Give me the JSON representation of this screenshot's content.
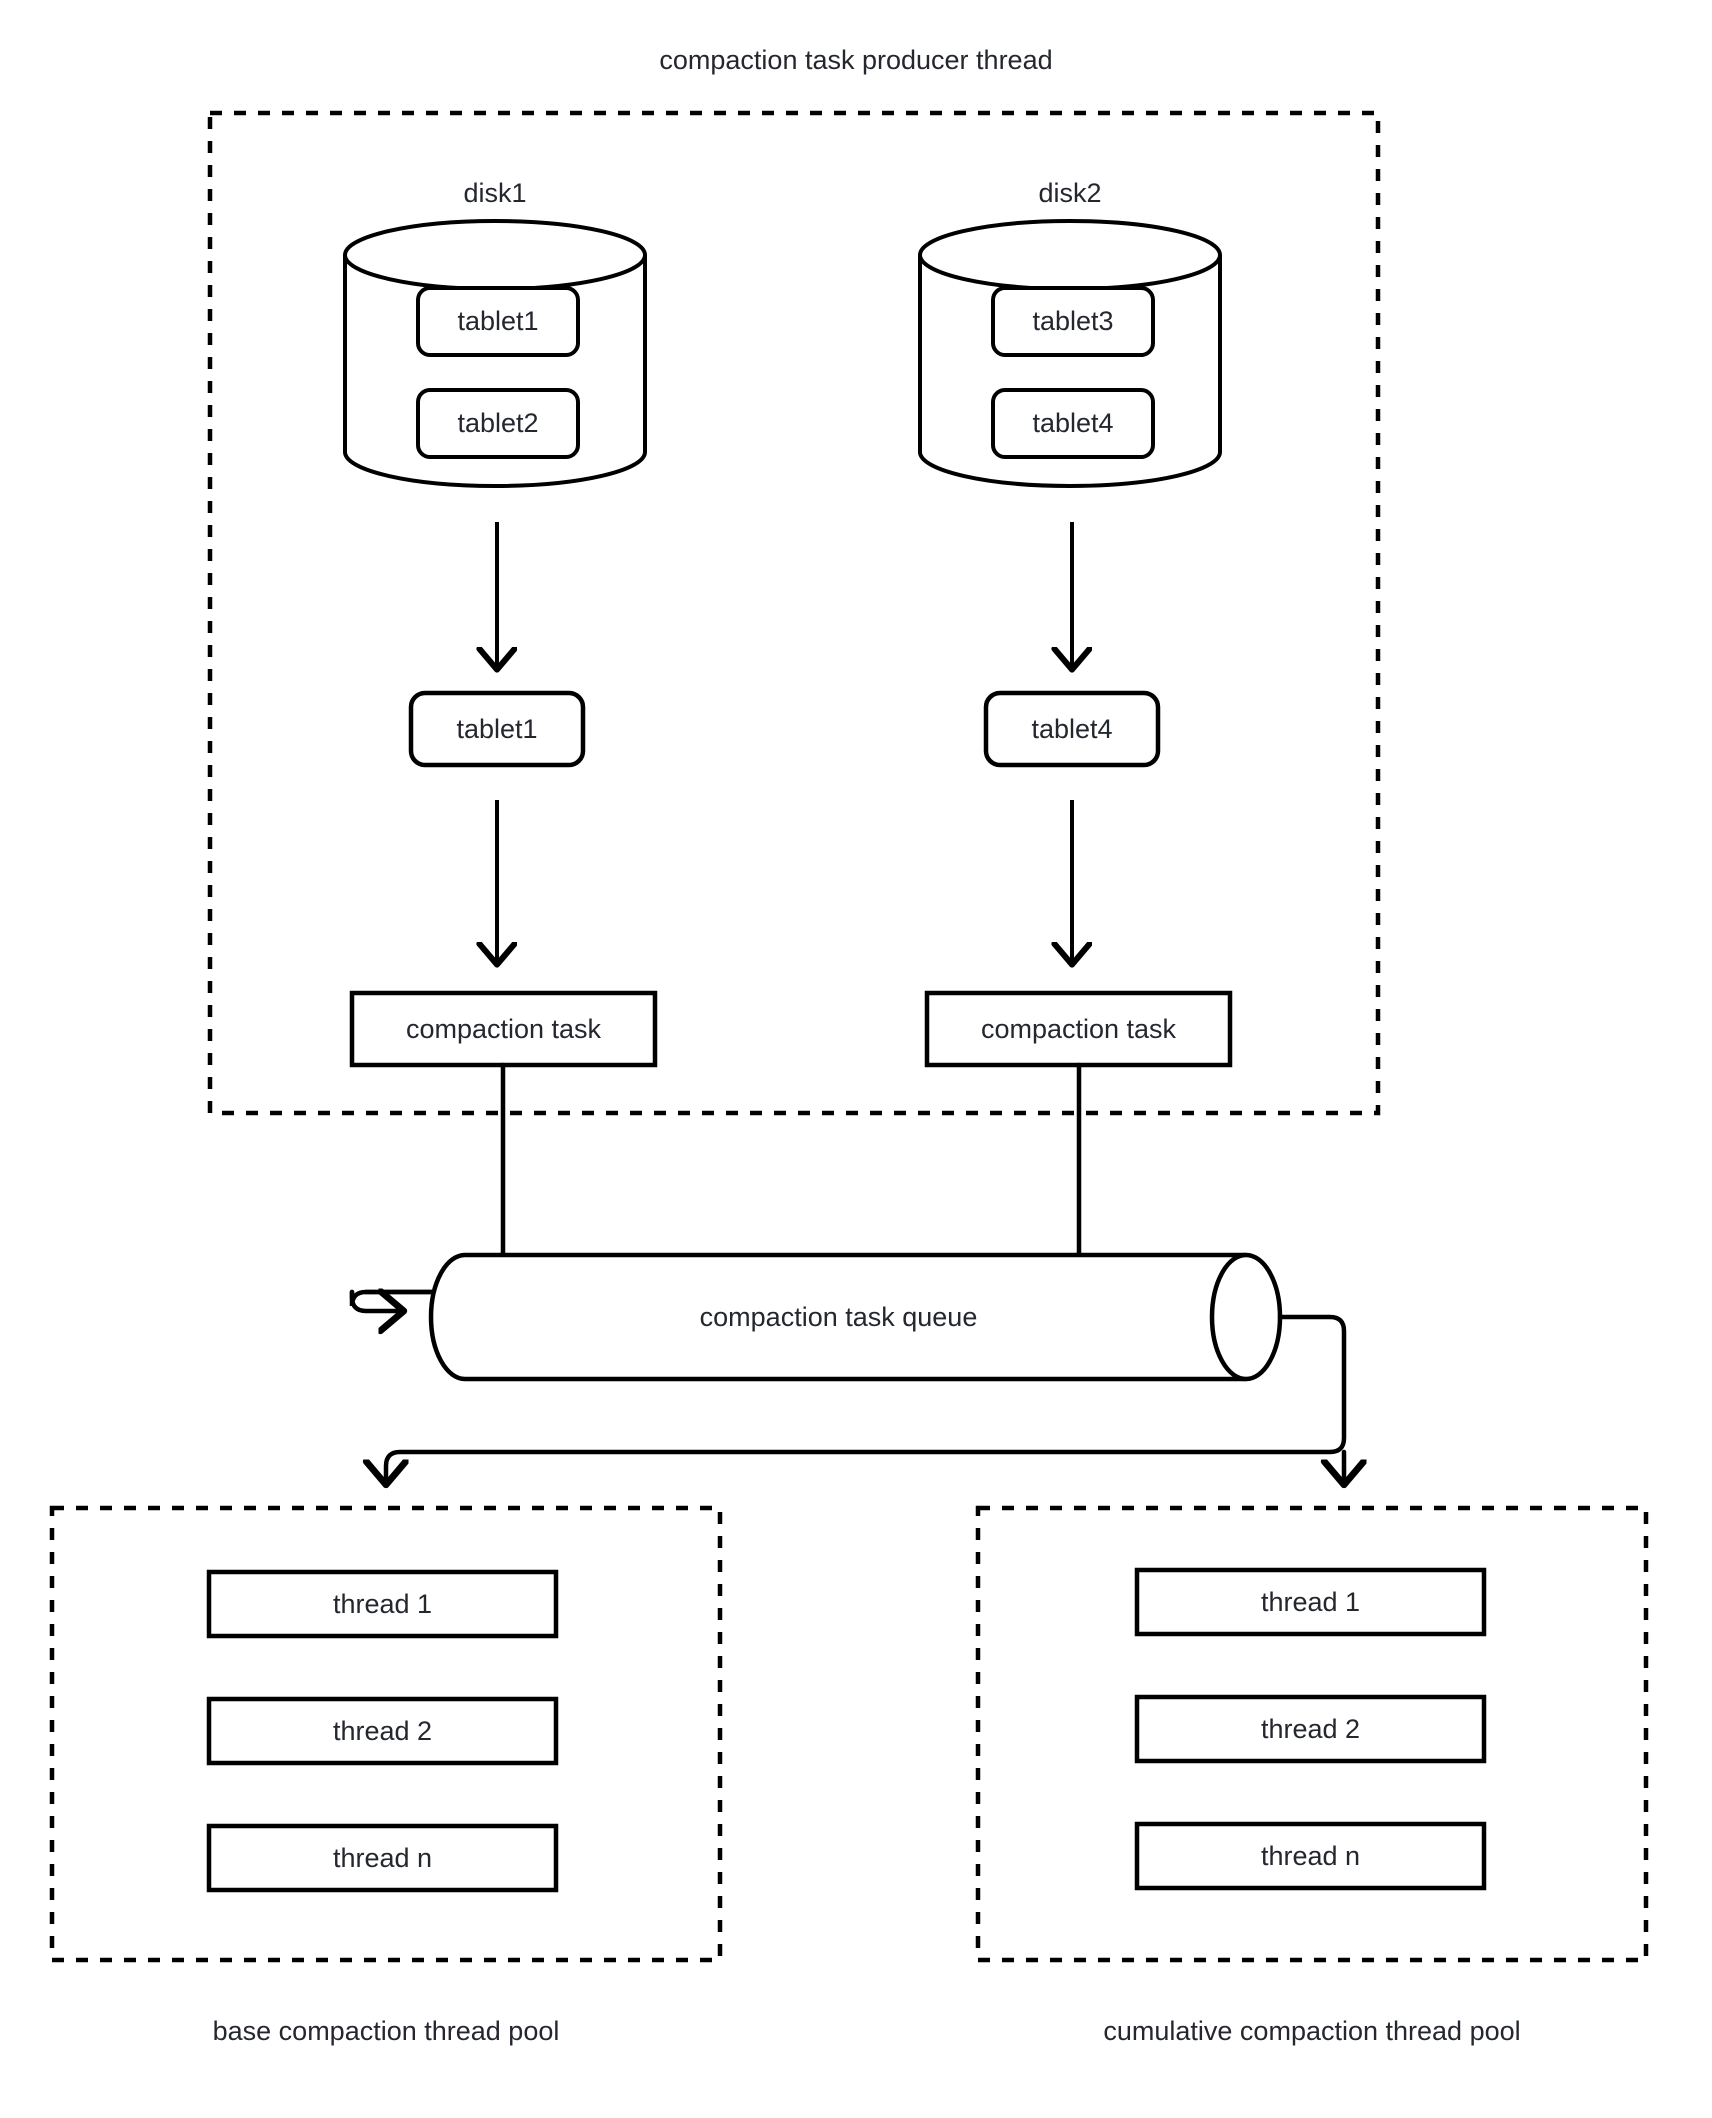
{
  "diagram": {
    "title": "compaction task producer thread",
    "producer_group": {
      "label": "compaction task producer thread",
      "disks": [
        {
          "label": "disk1",
          "tablets": [
            "tablet1",
            "tablet2"
          ],
          "selected_tablet": "tablet1",
          "task_label": "compaction task"
        },
        {
          "label": "disk2",
          "tablets": [
            "tablet3",
            "tablet4"
          ],
          "selected_tablet": "tablet4",
          "task_label": "compaction task"
        }
      ]
    },
    "queue": {
      "label": "compaction task queue"
    },
    "thread_pools": [
      {
        "label": "base compaction thread pool",
        "threads": [
          "thread 1",
          "thread 2",
          "thread n"
        ]
      },
      {
        "label": "cumulative compaction thread pool",
        "threads": [
          "thread 1",
          "thread 2",
          "thread n"
        ]
      }
    ],
    "colors": {
      "stroke": "#000000",
      "text": "#24272e",
      "background": "#ffffff"
    }
  }
}
